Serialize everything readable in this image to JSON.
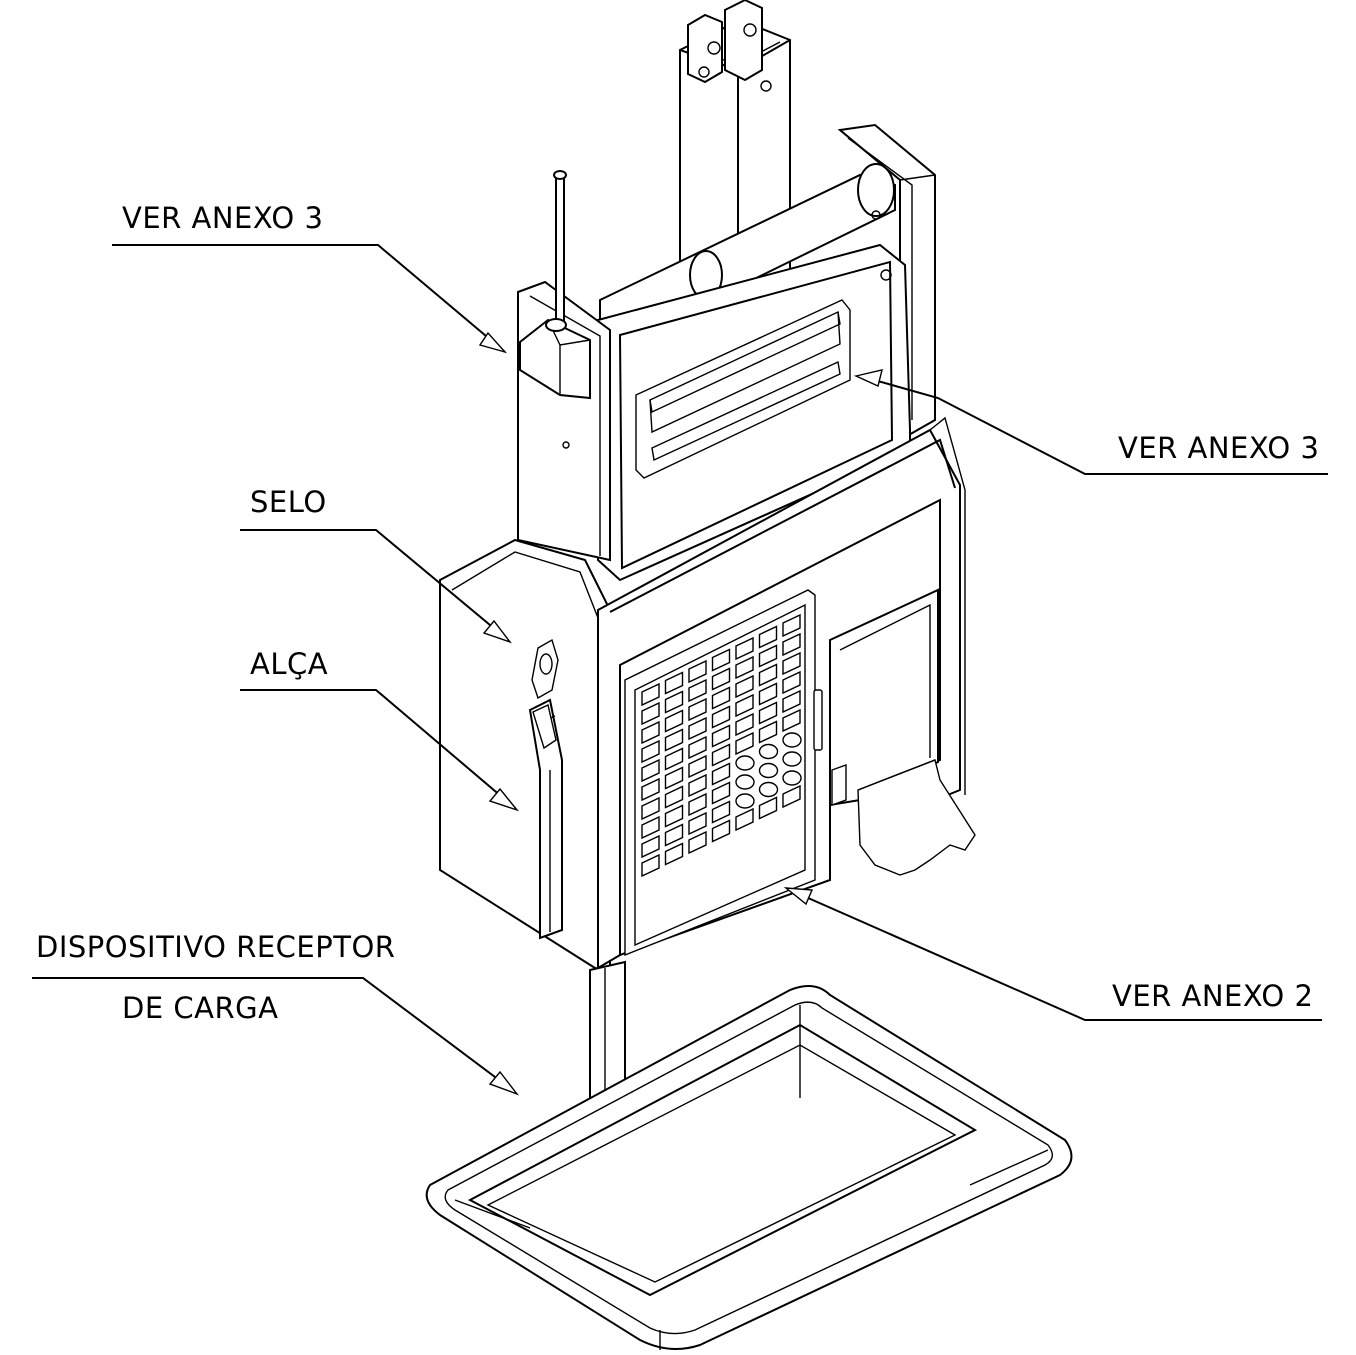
{
  "callouts": {
    "ver_anexo_3_left": "VER ANEXO 3",
    "ver_anexo_3_right": "VER ANEXO 3",
    "selo": "SELO",
    "alca": "ALÇA",
    "dispositivo_line1": "DISPOSITIVO RECEPTOR",
    "dispositivo_line2": "DE CARGA",
    "ver_anexo_2": "VER ANEXO 2"
  }
}
